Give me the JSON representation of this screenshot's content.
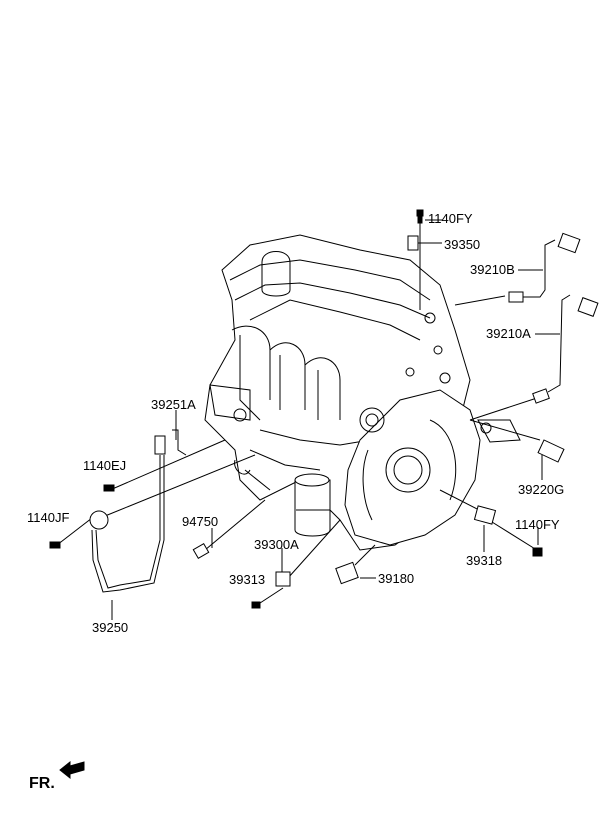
{
  "diagram": {
    "parts": [
      {
        "id": "top_bolt",
        "label": "1140FY"
      },
      {
        "id": "cam_sensor",
        "label": "39350"
      },
      {
        "id": "o2_sensor_b",
        "label": "39210B"
      },
      {
        "id": "o2_sensor_a",
        "label": "39210A"
      },
      {
        "id": "bracket",
        "label": "39251A"
      },
      {
        "id": "bolt_ej",
        "label": "1140EJ"
      },
      {
        "id": "bolt_jf",
        "label": "1140JF"
      },
      {
        "id": "oil_switch",
        "label": "94750"
      },
      {
        "id": "oil_sensor",
        "label": "39300A"
      },
      {
        "id": "bolt_39313",
        "label": "39313"
      },
      {
        "id": "knock_sensor",
        "label": "39250"
      },
      {
        "id": "crank_sensor",
        "label": "39180"
      },
      {
        "id": "sensor_39318",
        "label": "39318"
      },
      {
        "id": "bottom_bolt",
        "label": "1140FY"
      },
      {
        "id": "temp_sensor",
        "label": "39220G"
      }
    ],
    "front_indicator": "FR."
  }
}
